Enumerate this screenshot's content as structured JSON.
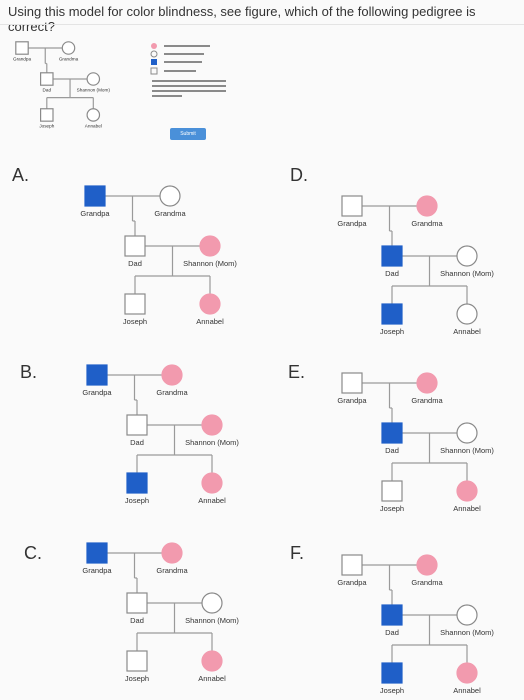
{
  "question": "Using this model for color blindness, see figure, which of the following pedigree is correct?",
  "colors": {
    "affected_male": "#1f5fc8",
    "affected_female": "#f29aae",
    "line": "#9a9a9a",
    "stroke": "#8a8a8a"
  },
  "model": {
    "names": {
      "grandpa": "Grandpa",
      "grandma": "Grandma",
      "dad": "Dad",
      "mom": "Shannon (Mom)",
      "joseph": "Joseph",
      "annabel": "Annabel"
    },
    "submit_label": "Submit"
  },
  "options": [
    {
      "letter": "A.",
      "names": {
        "grandpa": "Grandpa",
        "grandma": "Grandma",
        "dad": "Dad",
        "mom": "Shannon (Mom)",
        "joseph": "Joseph",
        "annabel": "Annabel"
      },
      "affected": {
        "grandpa": true,
        "grandma": false,
        "dad": false,
        "mom": true,
        "joseph": false,
        "annabel": true
      }
    },
    {
      "letter": "B.",
      "names": {
        "grandpa": "Grandpa",
        "grandma": "Grandma",
        "dad": "Dad",
        "mom": "Shannon (Mom)",
        "joseph": "Joseph",
        "annabel": "Annabel"
      },
      "affected": {
        "grandpa": true,
        "grandma": true,
        "dad": false,
        "mom": true,
        "joseph": true,
        "annabel": true
      }
    },
    {
      "letter": "C.",
      "names": {
        "grandpa": "Grandpa",
        "grandma": "Grandma",
        "dad": "Dad",
        "mom": "Shannon (Mom)",
        "joseph": "Joseph",
        "annabel": "Annabel"
      },
      "affected": {
        "grandpa": true,
        "grandma": true,
        "dad": false,
        "mom": false,
        "joseph": false,
        "annabel": true
      }
    },
    {
      "letter": "D.",
      "names": {
        "grandpa": "Grandpa",
        "grandma": "Grandma",
        "dad": "Dad",
        "mom": "Shannon (Mom)",
        "joseph": "Joseph",
        "annabel": "Annabel"
      },
      "affected": {
        "grandpa": false,
        "grandma": true,
        "dad": true,
        "mom": false,
        "joseph": true,
        "annabel": false
      }
    },
    {
      "letter": "E.",
      "names": {
        "grandpa": "Grandpa",
        "grandma": "Grandma",
        "dad": "Dad",
        "mom": "Shannon (Mom)",
        "joseph": "Joseph",
        "annabel": "Annabel"
      },
      "affected": {
        "grandpa": false,
        "grandma": true,
        "dad": true,
        "mom": false,
        "joseph": false,
        "annabel": true
      }
    },
    {
      "letter": "F.",
      "names": {
        "grandpa": "Grandpa",
        "grandma": "Grandma",
        "dad": "Dad",
        "mom": "Shannon (Mom)",
        "joseph": "Joseph",
        "annabel": "Annabel"
      },
      "affected": {
        "grandpa": false,
        "grandma": true,
        "dad": true,
        "mom": false,
        "joseph": true,
        "annabel": true
      }
    }
  ]
}
